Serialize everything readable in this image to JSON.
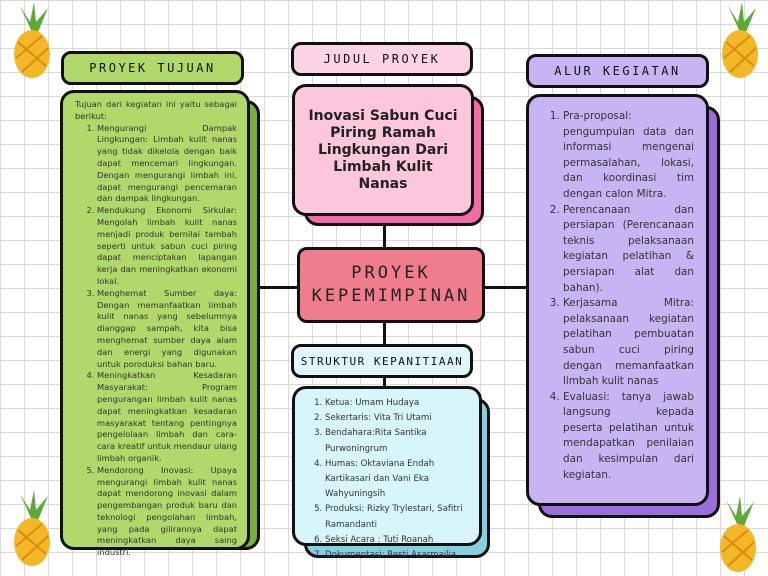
{
  "center": {
    "title_label": "JUDUL PROYEK",
    "title": "Inovasi Sabun Cuci Piring Ramah Lingkungan Dari Limbah Kulit Nanas",
    "main_line1": "PROYEK",
    "main_line2": "KEPEMIMPINAN",
    "struktur_label": "STRUKTUR KEPANITIAAN",
    "struktur": [
      "Ketua: Umam Hudaya",
      "Sekertaris: Vita Tri Utami",
      "Bendahara:Rita Santika Purwoningrum",
      "Humas: Oktaviana Endah Kartikasari dan Vani Eka Wahyuningsih",
      "Produksi: Rizky Trylestari, Safitri Ramandanti",
      "Seksi Acara : Tuti Roanah",
      "Dokumentasi: Resti Asarmailia"
    ]
  },
  "left": {
    "label": "PROYEK TUJUAN",
    "intro": "Tujuan dari kegiatan ini yaitu sebagai berikut:",
    "items": [
      "Mengurangi Dampak Lingkungan: Limbah kulit nanas yang tidak dikelola dengan baik dapat mencemari lingkungan. Dengan mengurangi limbah ini, dapat mengurangi pencemaran dan dampak lingkungan.",
      "Mendukung Ekonomi Sirkular: Mengolah limbah kulit nanas menjadi produk bernilai tambah seperti untuk sabun cuci piring dapat menciptakan lapangan kerja dan meningkatkan ekonomi lokal.",
      "Menghemat Sumber daya: Dengan memanfaatkan limbah kulit nanas yang sebelumnya dianggap sampah, kita bisa menghemat sumber daya alam dan energi yang digunakan untuk poroduksi bahan baru.",
      "Meningkatkan Kesadaran Masyarakat: Program pengurangan limbah kulit nanas dapat meningkatkan kesadaran masyarakat tentang pentingnya pengelolaan limbah dan cara-cara kreatif untuk mendaur ulang limbah organik.",
      "Mendorong Inovasi: Upaya mengurangi limbah kulit nanas dapat mendorong inovasi dalam pengembangan produk baru dan teknologi pengolahan limbah, yang pada gilirannya dapat meningkatkan daya saing industri."
    ]
  },
  "right": {
    "label": "ALUR KEGIATAN",
    "items": [
      "Pra-proposal: pengumpulan data dan informasi mengenai permasalahan, lokasi, dan koordinasi tim dengan calon Mitra.",
      "Perencanaan dan persiapan (Perencanaan teknis pelaksanaan kegiatan pelatihan & persiapan alat dan bahan).",
      "Kerjasama Mitra: pelaksanaan kegiatan pelatihan pembuatan sabun cuci piring dengan memanfaatkan limbah kulit nanas",
      "Evaluasi: tanya jawab langsung kepada peserta pelatihan untuk mendapatkan penilaian dan kesimpulan dari kegiatan."
    ]
  },
  "colors": {
    "green": "#b0d86a",
    "pink": "#fcc6dc",
    "hotpink": "#f36aa5",
    "coral": "#f07d8e",
    "blue": "#d6f6fb",
    "purple": "#c7b4f2"
  }
}
